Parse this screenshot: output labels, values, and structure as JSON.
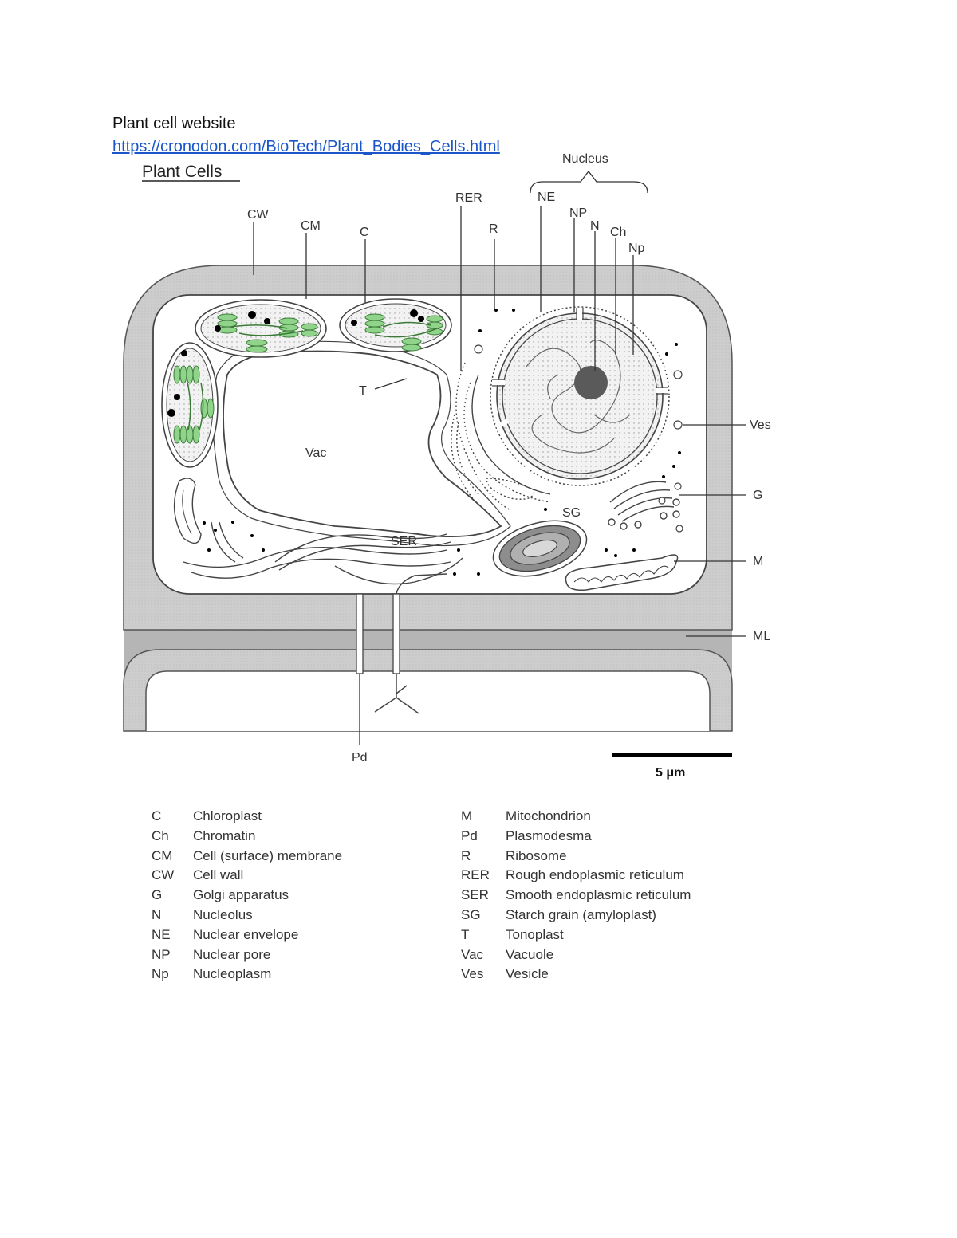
{
  "document": {
    "title": "Plant cell website",
    "link": "https://cronodon.com/BioTech/Plant_Bodies_Cells.html"
  },
  "figure": {
    "heading": "Plant Cells",
    "nucleus_label": "Nucleus",
    "scale_label": "5 μm",
    "labels": {
      "CW": "CW",
      "CM": "CM",
      "C": "C",
      "RER": "RER",
      "R": "R",
      "NE": "NE",
      "NP": "NP",
      "N": "N",
      "Ch": "Ch",
      "Np": "Np",
      "T": "T",
      "Vac": "Vac",
      "Ves": "Ves",
      "G": "G",
      "SG": "SG",
      "SER": "SER",
      "M": "M",
      "ML": "ML",
      "Pd": "Pd"
    },
    "colors": {
      "chloroplast": "#8fd48a",
      "wall": "#c8c8c8",
      "middle_lamella": "#a9a9a9",
      "starch": "#8d8d8d",
      "nucleolus": "#5a5a5a"
    }
  },
  "legend": {
    "left": [
      {
        "abbr": "C",
        "term": "Chloroplast"
      },
      {
        "abbr": "Ch",
        "term": "Chromatin"
      },
      {
        "abbr": "CM",
        "term": "Cell (surface) membrane"
      },
      {
        "abbr": "CW",
        "term": "Cell wall"
      },
      {
        "abbr": "G",
        "term": "Golgi apparatus"
      },
      {
        "abbr": "N",
        "term": "Nucleolus"
      },
      {
        "abbr": "NE",
        "term": "Nuclear envelope"
      },
      {
        "abbr": "NP",
        "term": "Nuclear pore"
      },
      {
        "abbr": "Np",
        "term": "Nucleoplasm"
      }
    ],
    "right": [
      {
        "abbr": "M",
        "term": "Mitochondrion"
      },
      {
        "abbr": "Pd",
        "term": "Plasmodesma"
      },
      {
        "abbr": "R",
        "term": "Ribosome"
      },
      {
        "abbr": "RER",
        "term": "Rough endoplasmic reticulum"
      },
      {
        "abbr": "SER",
        "term": "Smooth endoplasmic reticulum"
      },
      {
        "abbr": "SG",
        "term": "Starch grain (amyloplast)"
      },
      {
        "abbr": "T",
        "term": "Tonoplast"
      },
      {
        "abbr": "Vac",
        "term": "Vacuole"
      },
      {
        "abbr": "Ves",
        "term": "Vesicle"
      }
    ]
  }
}
